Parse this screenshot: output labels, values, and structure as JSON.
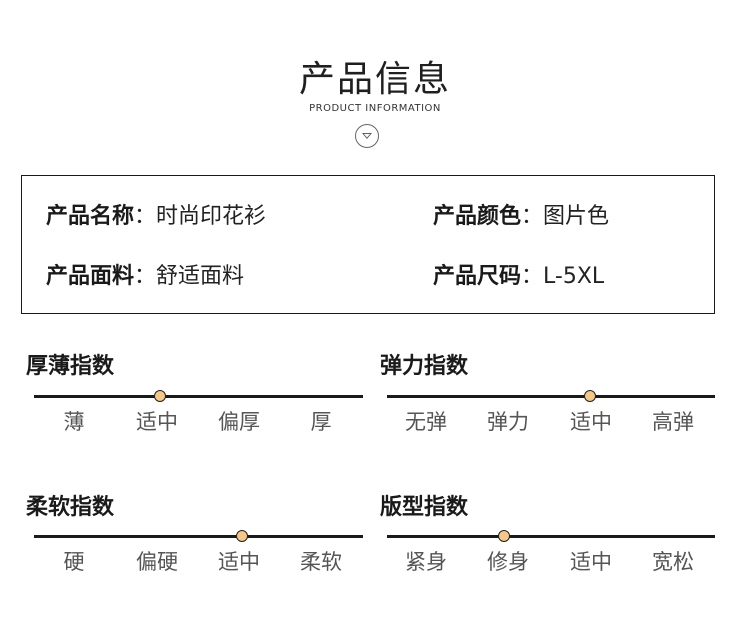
{
  "header": {
    "title": "产品信息",
    "subtitle": "PRODUCT INFORMATION"
  },
  "info": {
    "name_key": "产品名称",
    "name_val": "：时尚印花衫",
    "color_key": "产品颜色",
    "color_val": "：图片色",
    "fabric_key": "产品面料",
    "fabric_val": "：舒适面料",
    "size_key": "产品尺码",
    "size_val": "：L-5XL"
  },
  "scales": [
    {
      "title": "厚薄指数",
      "labels": [
        "薄",
        "适中",
        "偏厚",
        "厚"
      ],
      "selected": "适中"
    },
    {
      "title": "弹力指数",
      "labels": [
        "无弹",
        "弹力",
        "适中",
        "高弹"
      ],
      "selected": "适中"
    },
    {
      "title": "柔软指数",
      "labels": [
        "硬",
        "偏硬",
        "适中",
        "柔软"
      ],
      "selected": "适中"
    },
    {
      "title": "版型指数",
      "labels": [
        "紧身",
        "修身",
        "适中",
        "宽松"
      ],
      "selected": "修身"
    }
  ],
  "colors": {
    "marker_fill": "#f6c886",
    "line": "#1a1a1a"
  },
  "icons": {
    "header_icon": "chevron-down-circle-icon"
  }
}
